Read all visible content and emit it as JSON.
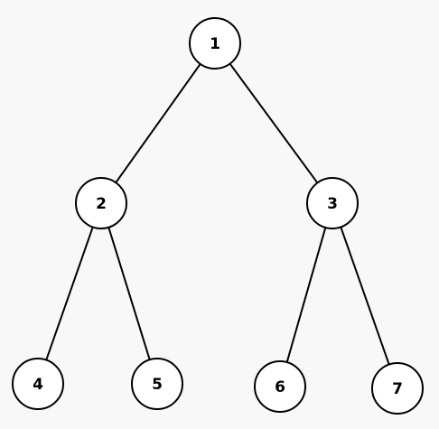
{
  "tree": {
    "nodes": [
      {
        "id": "n1",
        "label": "1"
      },
      {
        "id": "n2",
        "label": "2"
      },
      {
        "id": "n3",
        "label": "3"
      },
      {
        "id": "n4",
        "label": "4"
      },
      {
        "id": "n5",
        "label": "5"
      },
      {
        "id": "n6",
        "label": "6"
      },
      {
        "id": "n7",
        "label": "7"
      }
    ],
    "edges": [
      {
        "from": "n1",
        "to": "n2"
      },
      {
        "from": "n1",
        "to": "n3"
      },
      {
        "from": "n2",
        "to": "n4"
      },
      {
        "from": "n2",
        "to": "n5"
      },
      {
        "from": "n3",
        "to": "n6"
      },
      {
        "from": "n3",
        "to": "n7"
      }
    ]
  },
  "colors": {
    "background": "#f8f8f8",
    "node_fill": "#ffffff",
    "stroke": "#000000",
    "text": "#000000"
  }
}
